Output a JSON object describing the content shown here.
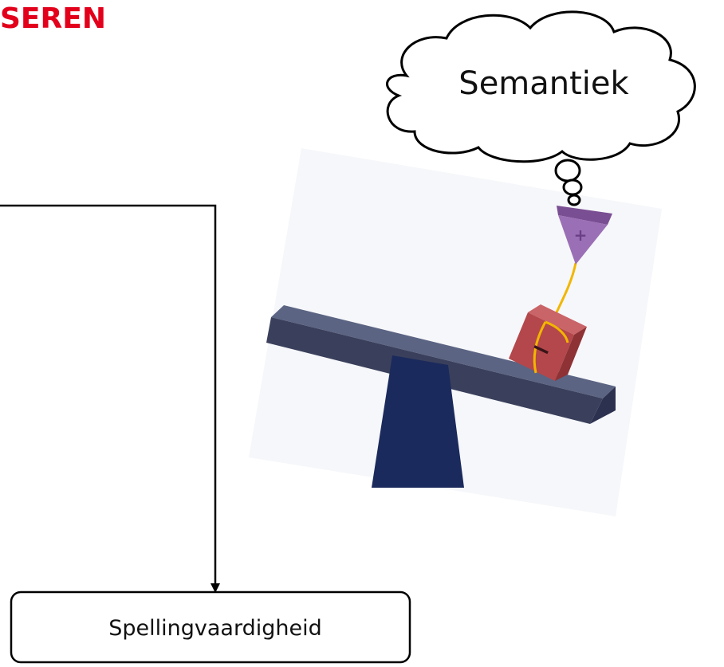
{
  "header": {
    "title": "SEREN"
  },
  "thought_cloud": {
    "label": "Semantiek"
  },
  "result_box": {
    "label": "Spellingvaardigheid"
  },
  "illustration": {
    "pyramid_symbol": "+",
    "block_symbol": "−"
  },
  "colors": {
    "title": "#e3001b",
    "beam_top": "#5b6483",
    "beam_side": "#3a405c",
    "pedestal": "#1b2a5c",
    "pyramid": "#9b6fb5",
    "block": "#b4474b",
    "rope": "#f2b600"
  }
}
